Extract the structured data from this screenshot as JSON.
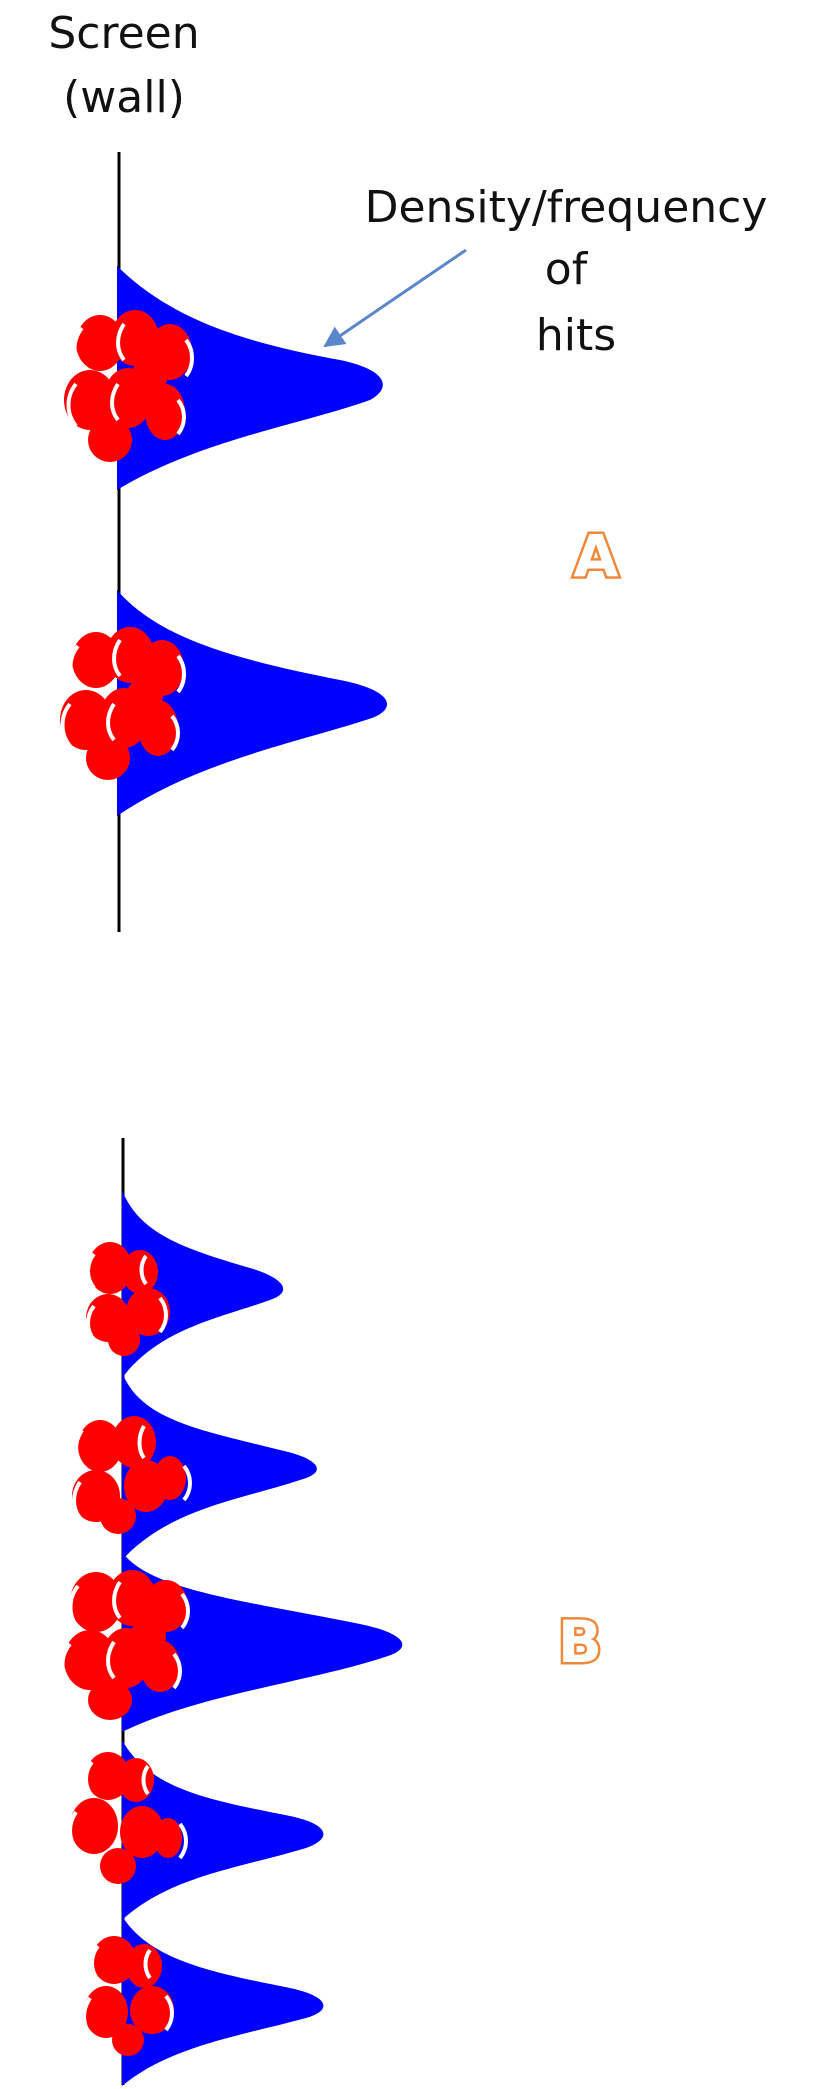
{
  "labels": {
    "screen_line1": "Screen",
    "screen_line2": "(wall)",
    "density_line1": "Density/frequency",
    "density_line2": "of",
    "density_line3": "hits",
    "panel_a": "A",
    "panel_b": "B"
  },
  "colors": {
    "density": "#0000ff",
    "hits": "#ff0000",
    "panel_letter": "#f0883a",
    "arrow": "#5b86c9",
    "wall": "#000000"
  }
}
